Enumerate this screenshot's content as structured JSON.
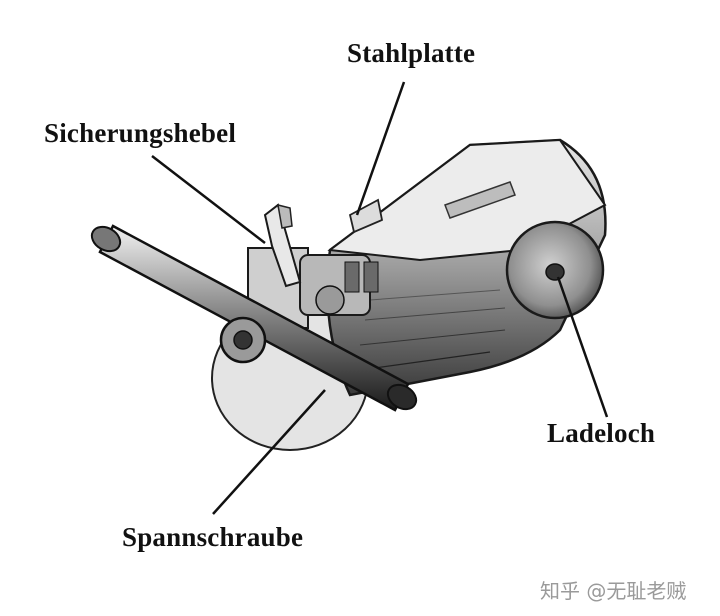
{
  "labels": {
    "stahlplatte": "Stahlplatte",
    "sicherungshebel": "Sicherungshebel",
    "ladeloch": "Ladeloch",
    "spannschraube": "Spannschraube"
  },
  "watermark": "知乎 @无耻老贼",
  "colors": {
    "ink": "#111111",
    "shade": "#9a9a9a",
    "paper": "#ffffff"
  }
}
